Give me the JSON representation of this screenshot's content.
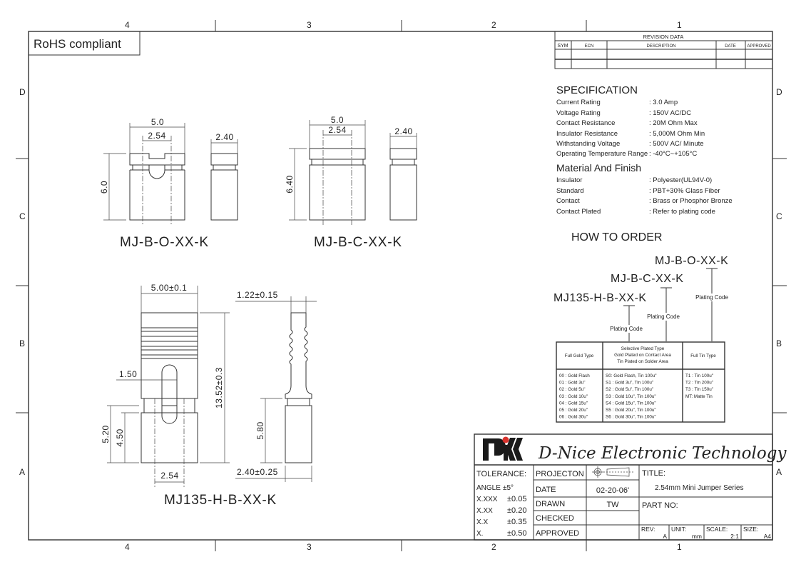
{
  "zones": {
    "columns": [
      "4",
      "3",
      "2",
      "1"
    ],
    "rows": [
      "D",
      "C",
      "B",
      "A"
    ]
  },
  "rohs": "RoHS compliant",
  "revision": {
    "title": "REVISION  DATA",
    "headers": [
      "SYM",
      "ECN",
      "DESCRIPTION",
      "DATE",
      "APPROVED"
    ]
  },
  "specification": {
    "title": "SPECIFICATION",
    "rows": [
      {
        "label": "Current Rating",
        "value": ": 3.0 Amp"
      },
      {
        "label": "Voltage Rating",
        "value": ": 150V AC/DC"
      },
      {
        "label": "Contact Resistance",
        "value": ": 20M Ohm Max"
      },
      {
        "label": "Insulator Resistance",
        "value": ": 5,000M Ohm Min"
      },
      {
        "label": "Withstanding Voltage",
        "value": ": 500V AC/ Minute"
      },
      {
        "label": "Operating Temperature Range",
        "value": ": -40°C~+105°C"
      }
    ]
  },
  "material": {
    "title": "Material And Finish",
    "rows": [
      {
        "label": "Insulator",
        "value": ": Polyester(UL94V-0)"
      },
      {
        "label": "Standard",
        "value": ": PBT+30% Glass Fiber"
      },
      {
        "label": "Contact",
        "value": ": Brass or Phosphor Bronze"
      },
      {
        "label": "Contact Plated",
        "value": ": Refer to plating code"
      }
    ]
  },
  "how_to_order": {
    "title": "HOW TO ORDER",
    "part_numbers": [
      "MJ-B-O-XX-K",
      "MJ-B-C-XX-K",
      "MJ135-H-B-XX-K"
    ],
    "plating_label": "Plating Code"
  },
  "plating_table": {
    "headers": [
      [
        "Full Gold Type"
      ],
      [
        "Selective Plated Type",
        "Gold Plated on Contact Area",
        "Tin Plated on Solder Area"
      ],
      [
        "Full Tin Type"
      ]
    ],
    "full_gold": [
      "00 : Gold Flash",
      "01 : Gold 3u\"",
      "02 : Gold 5u\"",
      "03 : Gold 10u\"",
      "04 : Gold 15u\"",
      "05 : Gold 20u\"",
      "06 : Gold 30u\""
    ],
    "selective": [
      "S0: Gold Flash, Tin 100u\"",
      "S1 : Gold 3u\",   Tin 100u\"",
      "S2 : Gold 5u\",   Tin 100u\"",
      "S3 : Gold 10u\",  Tin 100u\"",
      "S4 : Gold 15u\",  Tin 100u\"",
      "S5 : Gold 20u\",  Tin 100u\"",
      "S6 : Gold 30u\",  Tin 100u\""
    ],
    "full_tin": [
      "T1 : Tin 100u\"",
      "T2 : Tin 200u\"",
      "T3 : Tin 150u\"",
      "MT: Matte Tin"
    ]
  },
  "drawings": {
    "open": {
      "label": "MJ-B-O-XX-K",
      "width": "5.0",
      "pitch": "2.54",
      "depth": "2.40",
      "height": "6.0"
    },
    "closed": {
      "label": "MJ-B-C-XX-K",
      "width": "5.0",
      "pitch": "2.54",
      "depth": "2.40",
      "height": "6.40"
    },
    "handle": {
      "label": "MJ135-H-B-XX-K",
      "width": "5.00±0.1",
      "slot": "1.50",
      "height": "13.52±0.3",
      "h1": "5.20",
      "h2": "4.50",
      "pitch": "2.54",
      "pin": "1.22±0.15",
      "side_h": "5.80",
      "depth": "2.40±0.25"
    }
  },
  "title_block": {
    "company": "D-Nice Electronic Technology",
    "tolerance": {
      "title": "TOLERANCE:",
      "rows": [
        [
          "ANGLE",
          "±5°"
        ],
        [
          "X.XXX",
          "±0.05"
        ],
        [
          "X.XX",
          "±0.20"
        ],
        [
          "X.X",
          "±0.35"
        ],
        [
          "X.",
          "±0.50"
        ]
      ]
    },
    "projection_label": "PROJECTON",
    "date_label": "DATE",
    "date": "02-20-06'",
    "drawn_label": "DRAWN",
    "drawn": "TW",
    "checked_label": "CHECKED",
    "approved_label": "APPROVED",
    "title_label": "TITLE:",
    "title": "2.54mm Mini Jumper Series",
    "part_no_label": "PART  NO:",
    "rev_label": "REV:",
    "rev": "A",
    "unit_label": "UNIT:",
    "unit": "mm",
    "scale_label": "SCALE:",
    "scale": "2:1",
    "size_label": "SIZE:",
    "size": "A4",
    "logo_color": "#d8322c"
  }
}
